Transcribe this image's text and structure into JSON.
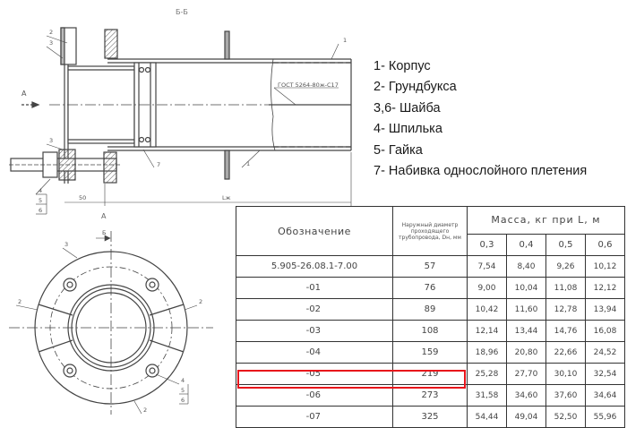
{
  "drawing": {
    "section_title": "Б-Б",
    "view_label": "А",
    "arrow_label": "А",
    "gost_note": "ГОСТ 5264-80ж-С17",
    "dim_50": "50",
    "dim_L": "Lж",
    "callouts_side": [
      "2",
      "3",
      "1",
      "3",
      "7",
      "1",
      "4",
      "5",
      "6"
    ],
    "section_marker": "Б",
    "callouts_front": [
      "3",
      "2",
      "2",
      "4",
      "5",
      "6",
      "2"
    ]
  },
  "legend": {
    "items": [
      "1- Корпус",
      "2- Грундбукса",
      "3,6- Шайба",
      "4- Шпилька",
      "5- Гайка",
      "7- Набивка однослойного плетения"
    ]
  },
  "table": {
    "headers": {
      "designation": "Обозначение",
      "diameter": "Наружный диаметр проходящего трубопровода, Dн, мм",
      "mass": "Масса, кг при L, м",
      "lengths": [
        "0,3",
        "0,4",
        "0,5",
        "0,6"
      ]
    },
    "rows": [
      {
        "designation": "5.905-26.08.1-7.00",
        "diameter": "57",
        "mass": [
          "7,54",
          "8,40",
          "9,26",
          "10,12"
        ]
      },
      {
        "designation": "-01",
        "diameter": "76",
        "mass": [
          "9,00",
          "10,04",
          "11,08",
          "12,12"
        ]
      },
      {
        "designation": "-02",
        "diameter": "89",
        "mass": [
          "10,42",
          "11,60",
          "12,78",
          "13,94"
        ]
      },
      {
        "designation": "-03",
        "diameter": "108",
        "mass": [
          "12,14",
          "13,44",
          "14,76",
          "16,08"
        ]
      },
      {
        "designation": "-04",
        "diameter": "159",
        "mass": [
          "18,96",
          "20,80",
          "22,66",
          "24,52"
        ]
      },
      {
        "designation": "-05",
        "diameter": "219",
        "mass": [
          "25,28",
          "27,70",
          "30,10",
          "32,54"
        ]
      },
      {
        "designation": "-06",
        "diameter": "273",
        "mass": [
          "31,58",
          "34,60",
          "37,60",
          "34,64"
        ]
      },
      {
        "designation": "-07",
        "diameter": "325",
        "mass": [
          "54,44",
          "49,04",
          "52,50",
          "55,96"
        ]
      }
    ],
    "highlighted_row": "-06",
    "highlight_color": "#e8141b"
  }
}
